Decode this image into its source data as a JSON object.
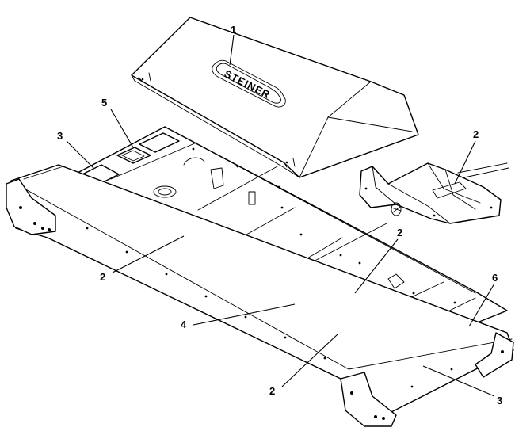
{
  "diagram": {
    "logo_text": "STEINER",
    "callouts": [
      {
        "id": "c1",
        "label": "1"
      },
      {
        "id": "c5",
        "label": "5"
      },
      {
        "id": "c3a",
        "label": "3"
      },
      {
        "id": "c2a",
        "label": "2"
      },
      {
        "id": "c2b",
        "label": "2"
      },
      {
        "id": "c2c",
        "label": "2"
      },
      {
        "id": "c4",
        "label": "4"
      },
      {
        "id": "c2d",
        "label": "2"
      },
      {
        "id": "c6",
        "label": "6"
      },
      {
        "id": "c3b",
        "label": "3"
      }
    ]
  }
}
